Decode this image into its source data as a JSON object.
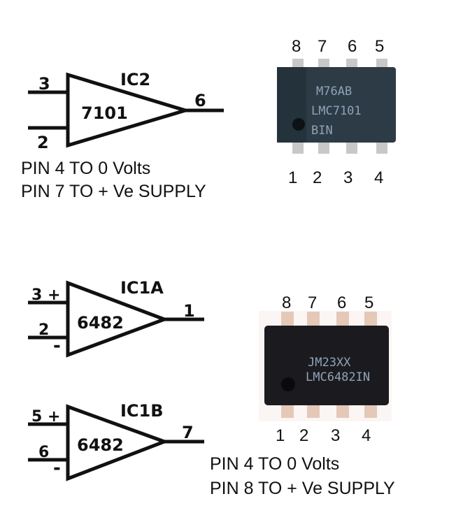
{
  "ic2": {
    "name": "IC2",
    "part": "7101",
    "pin_noninv": "3",
    "pin_inv": "2",
    "pin_out": "6",
    "note1": "PIN 4 TO 0 Volts",
    "note2": "PIN 7 TO + Ve SUPPLY"
  },
  "chip1": {
    "top_pins": [
      "8",
      "7",
      "6",
      "5"
    ],
    "bottom_pins": [
      "1",
      "2",
      "3",
      "4"
    ],
    "marking": [
      "M76AB",
      "LMC7101",
      "BIN"
    ]
  },
  "ic1a": {
    "name": "IC1A",
    "part": "6482",
    "pin_noninv": "3 +",
    "pin_inv": "2",
    "minus": "-",
    "pin_out": "1"
  },
  "ic1b": {
    "name": "IC1B",
    "part": "6482",
    "pin_noninv": "5 +",
    "pin_inv": "6",
    "minus": "-",
    "pin_out": "7"
  },
  "chip2": {
    "top_pins": [
      "8",
      "7",
      "6",
      "5"
    ],
    "bottom_pins": [
      "1",
      "2",
      "3",
      "4"
    ],
    "marking": [
      "JM23XX",
      "LMC6482IN"
    ],
    "note1": "PIN 4 TO 0 Volts",
    "note2": "PIN 8 TO + Ve SUPPLY"
  }
}
